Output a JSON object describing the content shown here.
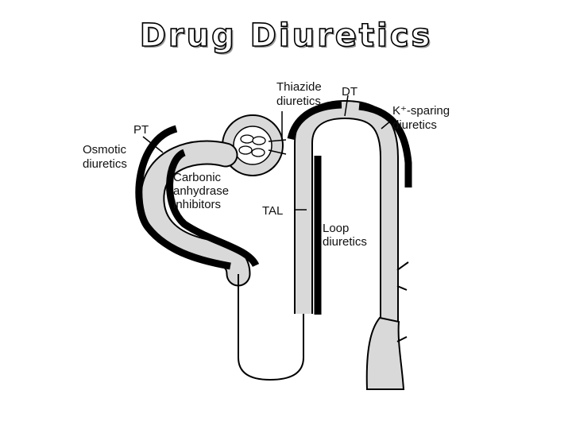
{
  "title": "Drug Diuretics",
  "colors": {
    "tubule_fill": "#d9d9d9",
    "tubule_outline": "#000000",
    "drug_bar": "#000000",
    "background": "#ffffff"
  },
  "labels": {
    "thiazide": [
      "Thiazide",
      "diuretics"
    ],
    "dt": "DT",
    "k_sparing": [
      "K⁺-sparing",
      "diuretics"
    ],
    "pt": "PT",
    "osmotic": [
      "Osmotic",
      "diuretics"
    ],
    "carbonic": [
      "Carbonic",
      "anhydrase",
      "inhibitors"
    ],
    "tal": "TAL",
    "loop": [
      "Loop",
      "diuretics"
    ]
  }
}
